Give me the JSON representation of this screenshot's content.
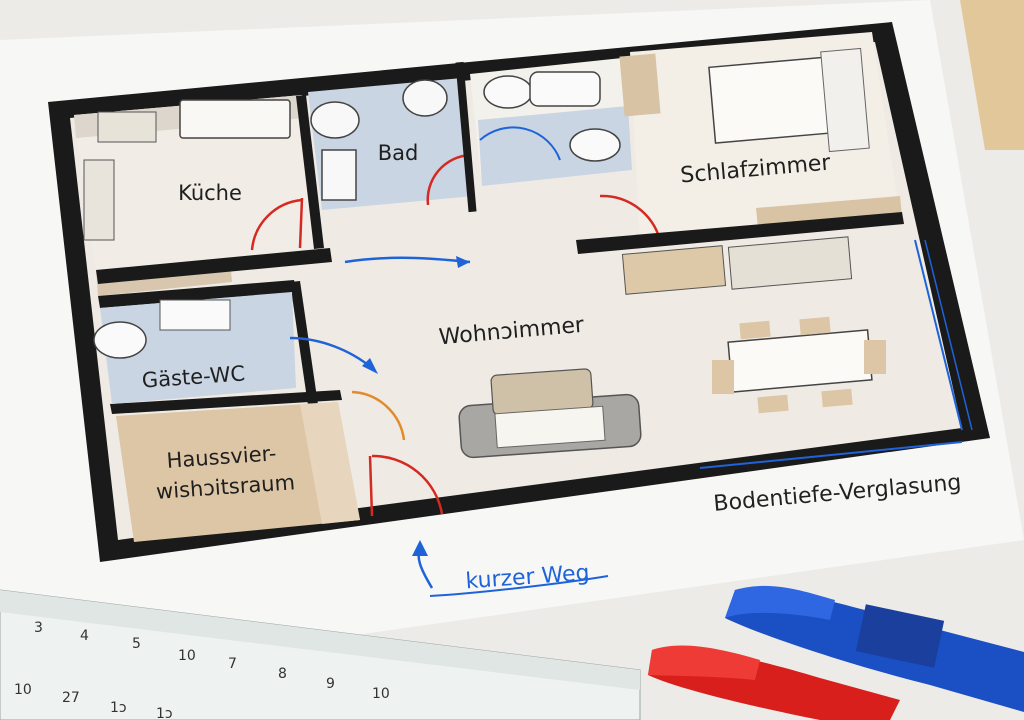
{
  "rooms": {
    "kitchen": "Küche",
    "bath": "Bad",
    "bedroom": "Schlafzimmer",
    "living": "Wohnɔimmer",
    "guest_wc": "Gäste-WC",
    "utility_line1": "Haussvier-",
    "utility_line2": "wishɔitsraum"
  },
  "annotations": {
    "glazing": "Bodentiefe-Verglasung",
    "short_way": "kurzer Weg"
  },
  "ruler": {
    "top_ticks": [
      "3",
      "4",
      "5",
      "10",
      "7",
      "8",
      "9",
      "10"
    ],
    "bottom_ticks": [
      "10",
      "27",
      "1ɔ",
      "1ɔ"
    ]
  },
  "colors": {
    "wall": "#1a1a1a",
    "wet_room": "#c9d5e2",
    "utility": "#dcc6a6",
    "floor": "#efebe4",
    "door_swing": "#d42a22",
    "arrow": "#1f63d8",
    "marker_blue": "#1b4fc4",
    "marker_red": "#d81f1c"
  }
}
